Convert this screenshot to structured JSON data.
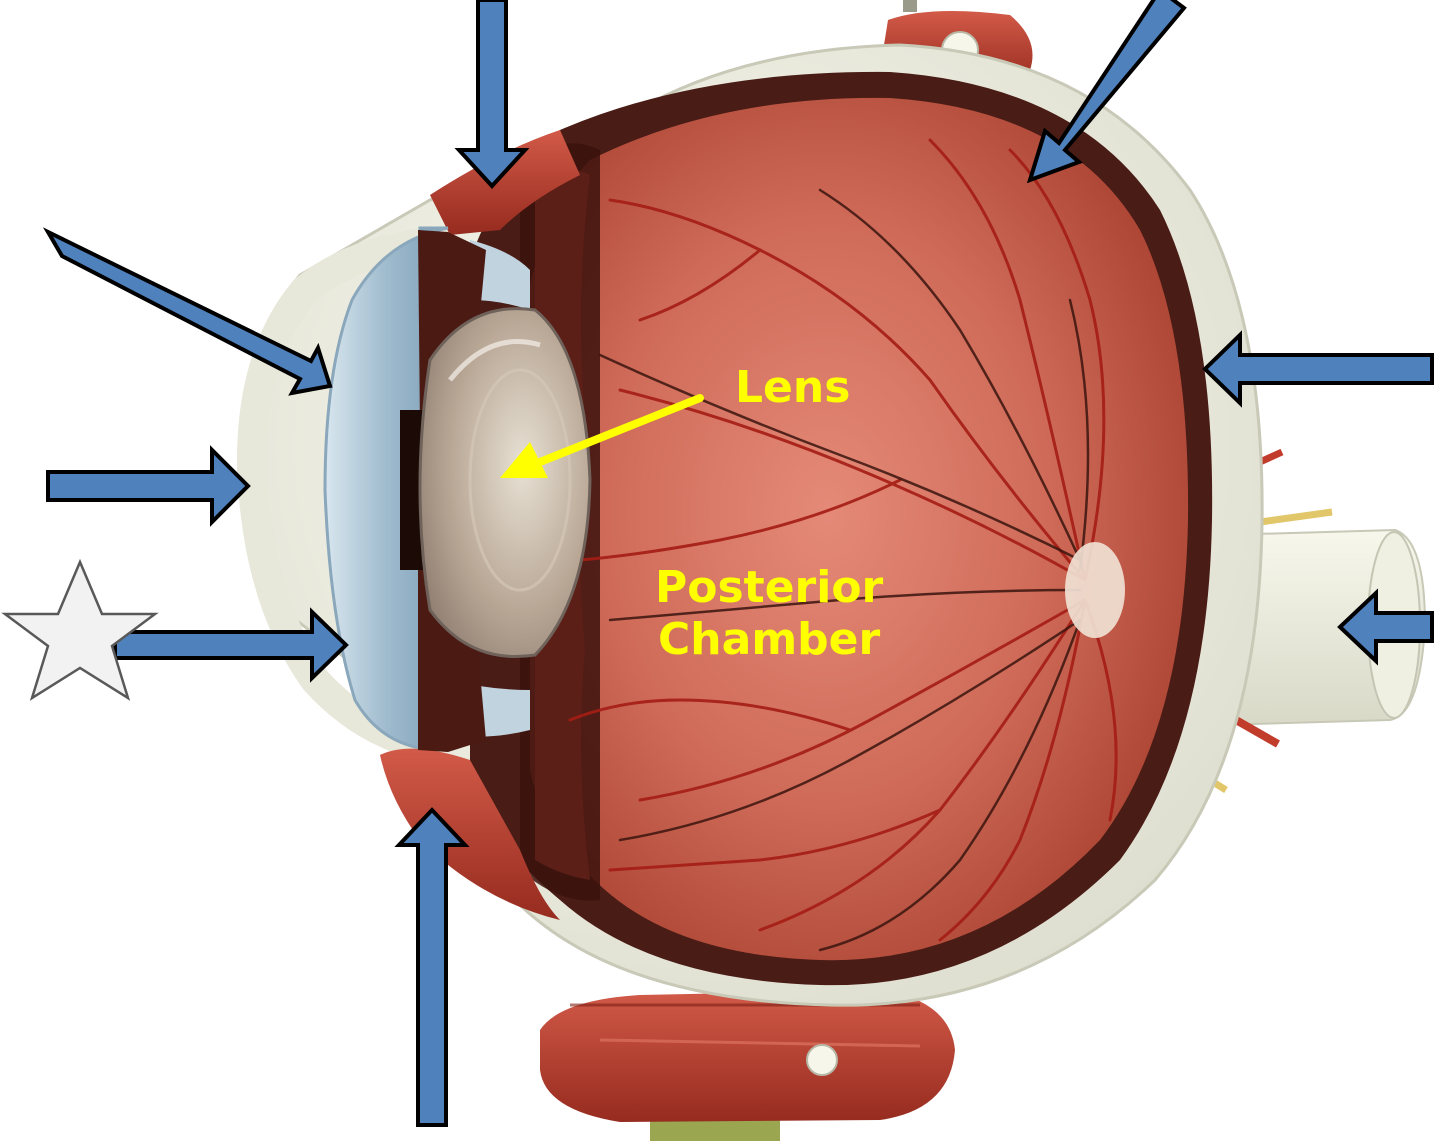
{
  "labels": {
    "lens": "Lens",
    "posterior_line1": "Posterior",
    "posterior_line2": "Chamber"
  },
  "colors": {
    "label_text": "#ffff00",
    "label_arrow": "#ffff00",
    "pointer_arrow_fill": "#4f81bd",
    "pointer_arrow_stroke": "#000000",
    "star_fill": "#f2f2f2",
    "star_stroke": "#595959",
    "sclera": "#eeeee2",
    "retina": "#c25a46",
    "vessel": "#a51d14",
    "muscle": "#b13628",
    "cornea": "#a7bfd0",
    "background": "#ffffff"
  },
  "icons": {
    "star": "star-icon",
    "pointer_arrow": "block-arrow"
  },
  "pointer_arrow_count": 8
}
